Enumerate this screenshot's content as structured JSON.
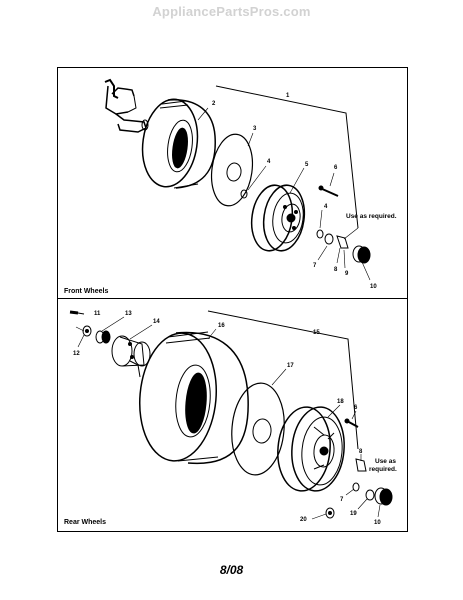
{
  "watermark": "AppliancePartsPros.com",
  "front_panel": {
    "title": "Front Wheels",
    "note": "Use as required.",
    "callouts": [
      "1",
      "2",
      "3",
      "4",
      "5",
      "6",
      "4",
      "7",
      "8",
      "9",
      "10"
    ]
  },
  "rear_panel": {
    "title": "Rear Wheels",
    "note_line1": "Use as",
    "note_line2": "required.",
    "callouts": [
      "11",
      "12",
      "13",
      "14",
      "15",
      "16",
      "17",
      "18",
      "6",
      "8",
      "7",
      "19",
      "10",
      "20"
    ]
  },
  "revision": "8/08"
}
